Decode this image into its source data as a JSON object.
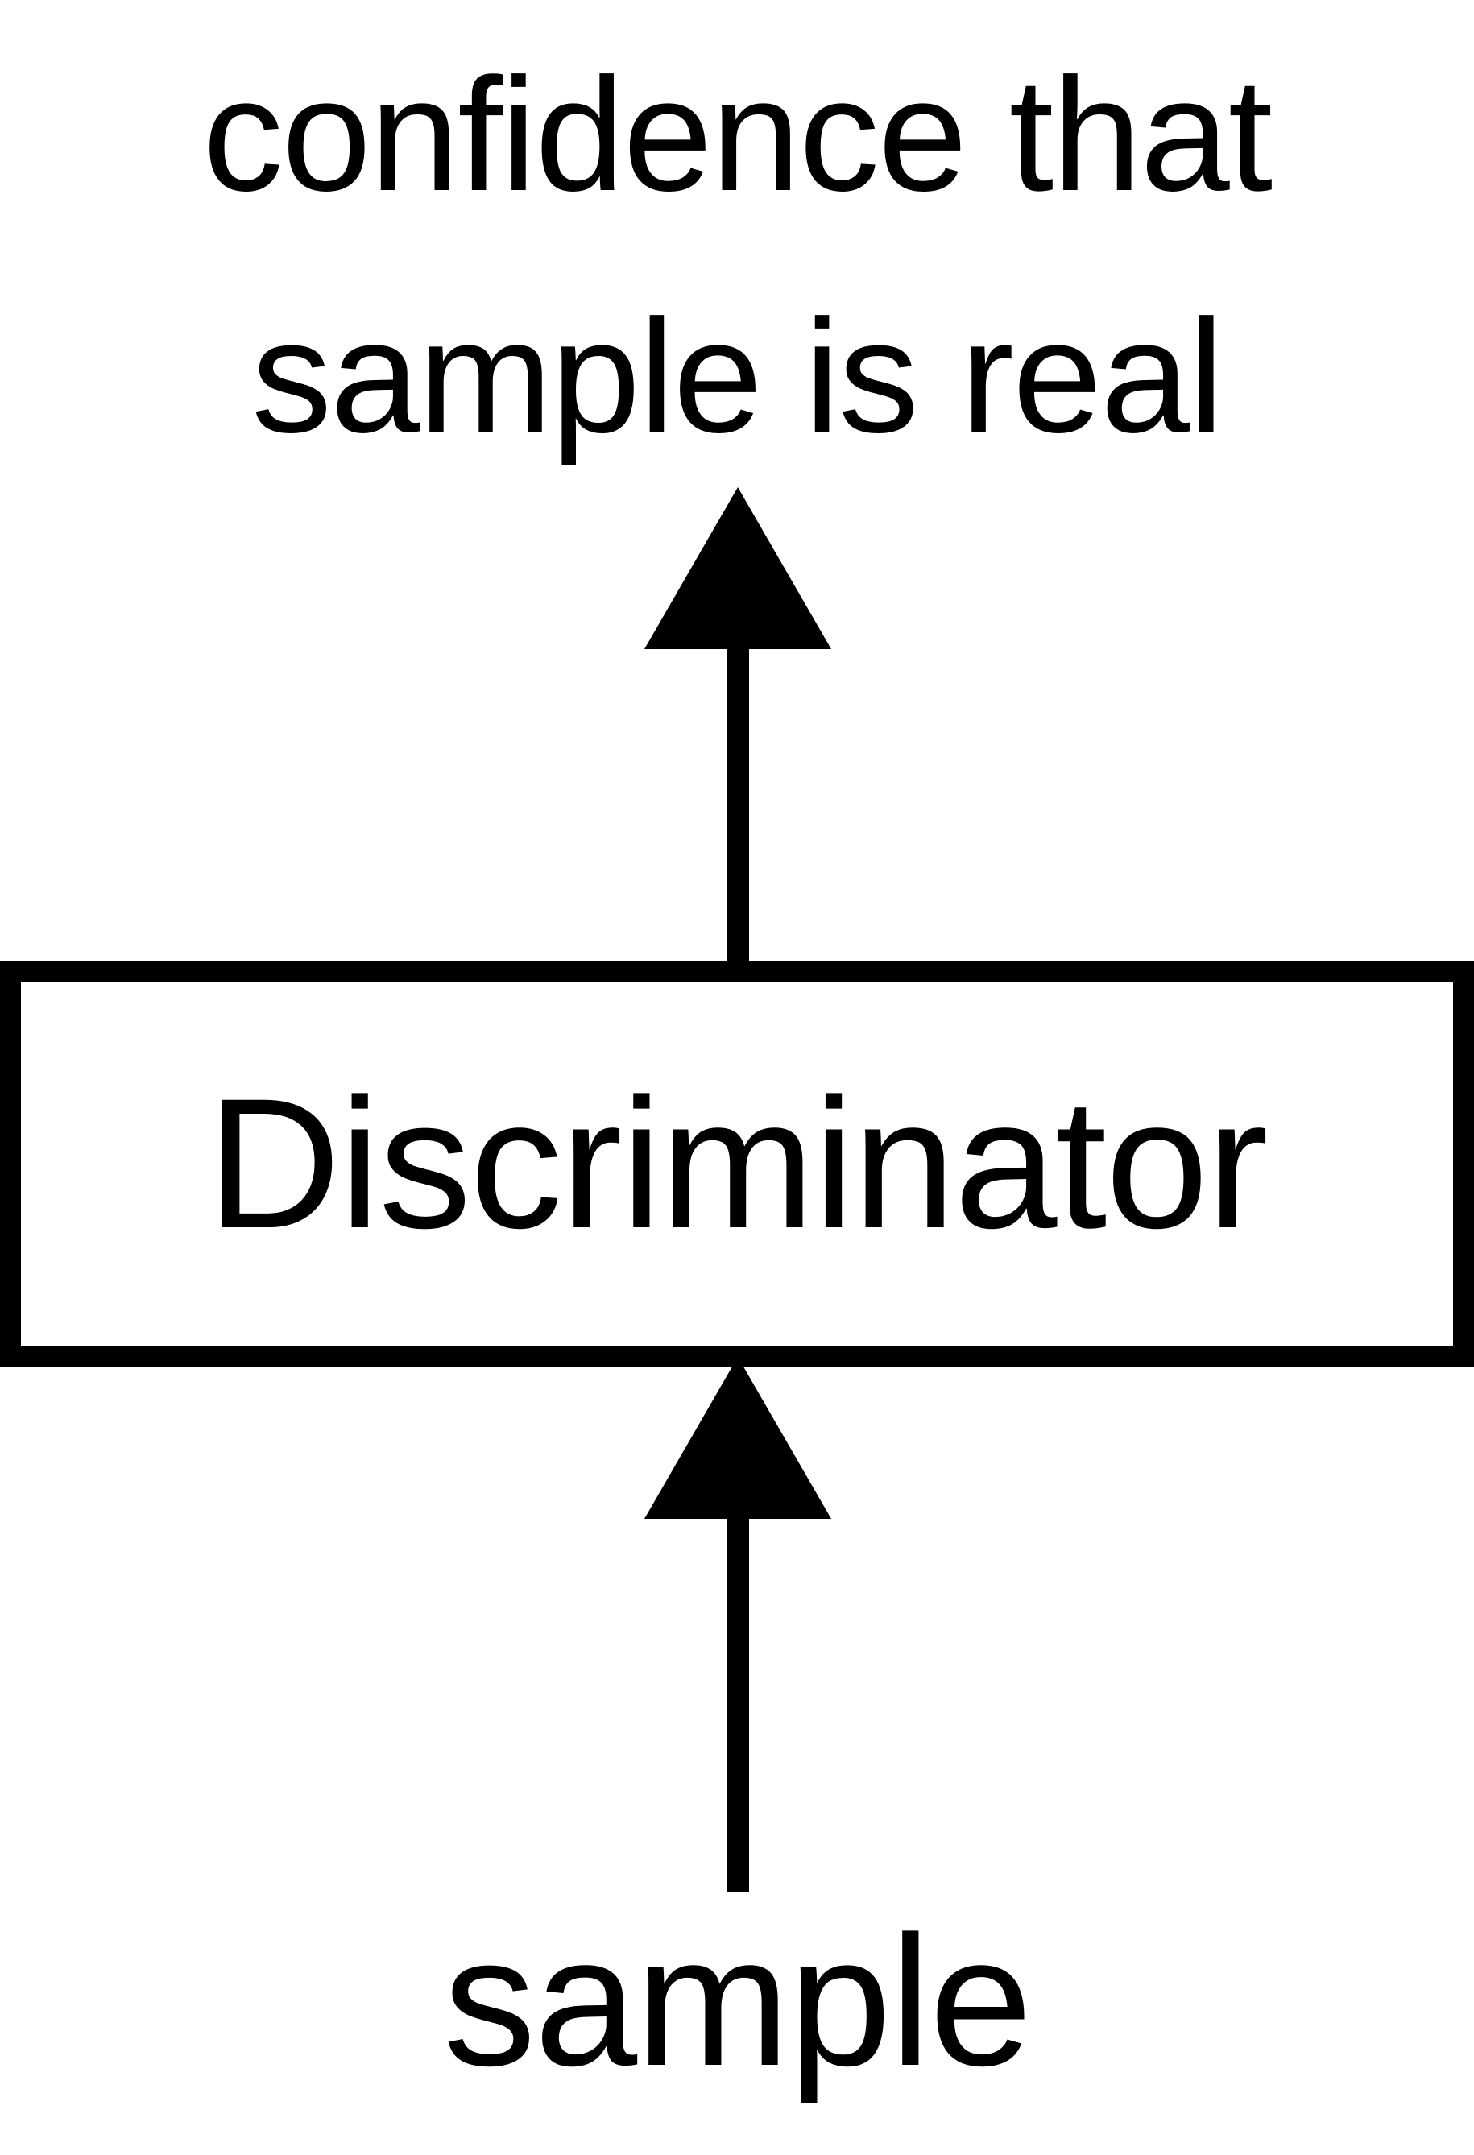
{
  "output": {
    "line1": "confidence that",
    "line2": "sample is real"
  },
  "block": {
    "label": "Discriminator"
  },
  "input": {
    "label": "sample"
  },
  "colors": {
    "stroke": "#000000",
    "background": "#ffffff"
  }
}
